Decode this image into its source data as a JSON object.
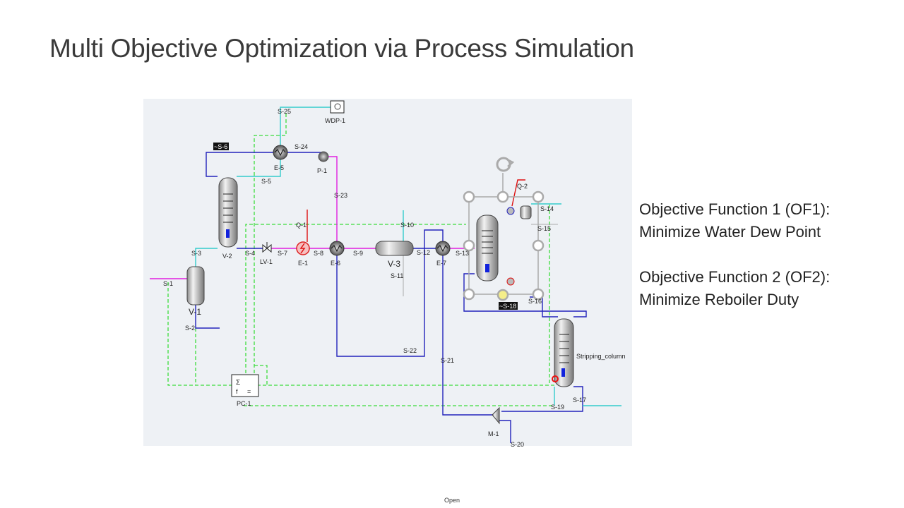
{
  "slide": {
    "title": "Multi Objective Optimization via Process Simulation",
    "objective_1_line1": "Objective Function 1 (OF1):",
    "objective_1_line2": "Minimize Water Dew Point",
    "objective_2_line1": "Objective Function 2 (OF2):",
    "objective_2_line2": "Minimize Reboiler Duty",
    "footer": "Open"
  },
  "units": {
    "wdp1": "WDP-1",
    "e5": "E-5",
    "p1": "P-1",
    "v2": "V-2",
    "lv1": "LV-1",
    "e1": "E-1",
    "e6": "E-6",
    "v3": "V-3",
    "e7": "E-7",
    "q1": "Q-1",
    "q2": "Q-2",
    "v1": "V-1",
    "pc1": "PC-1",
    "m1": "M-1",
    "stripping": "Stripping_column"
  },
  "streams": {
    "s1": "S-1",
    "s2": "S-2",
    "s3": "S-3",
    "s4": "S-4",
    "s5": "S-5",
    "s6": "~S-6",
    "s7": "S-7",
    "s8": "S-8",
    "s9": "S-9",
    "s10": "S-10",
    "s11": "S-11",
    "s12": "S-12",
    "s13": "S-13",
    "s14": "S-14",
    "s15": "S-15",
    "s16": "S-16",
    "s17": "S-17",
    "s18": "~S-18",
    "s19": "S-19",
    "s20": "S-20",
    "s21": "S-21",
    "s22": "S-22",
    "s23": "S-23",
    "s24": "S-24",
    "s25": "S-25"
  },
  "colors": {
    "energy_stream": "#3cdc3c",
    "material_stream": "#2222bb",
    "vapor_stream": "#33cccc",
    "hot_stream": "#e020e0",
    "heat_stream": "#dd1111",
    "background": "#eef1f5"
  }
}
